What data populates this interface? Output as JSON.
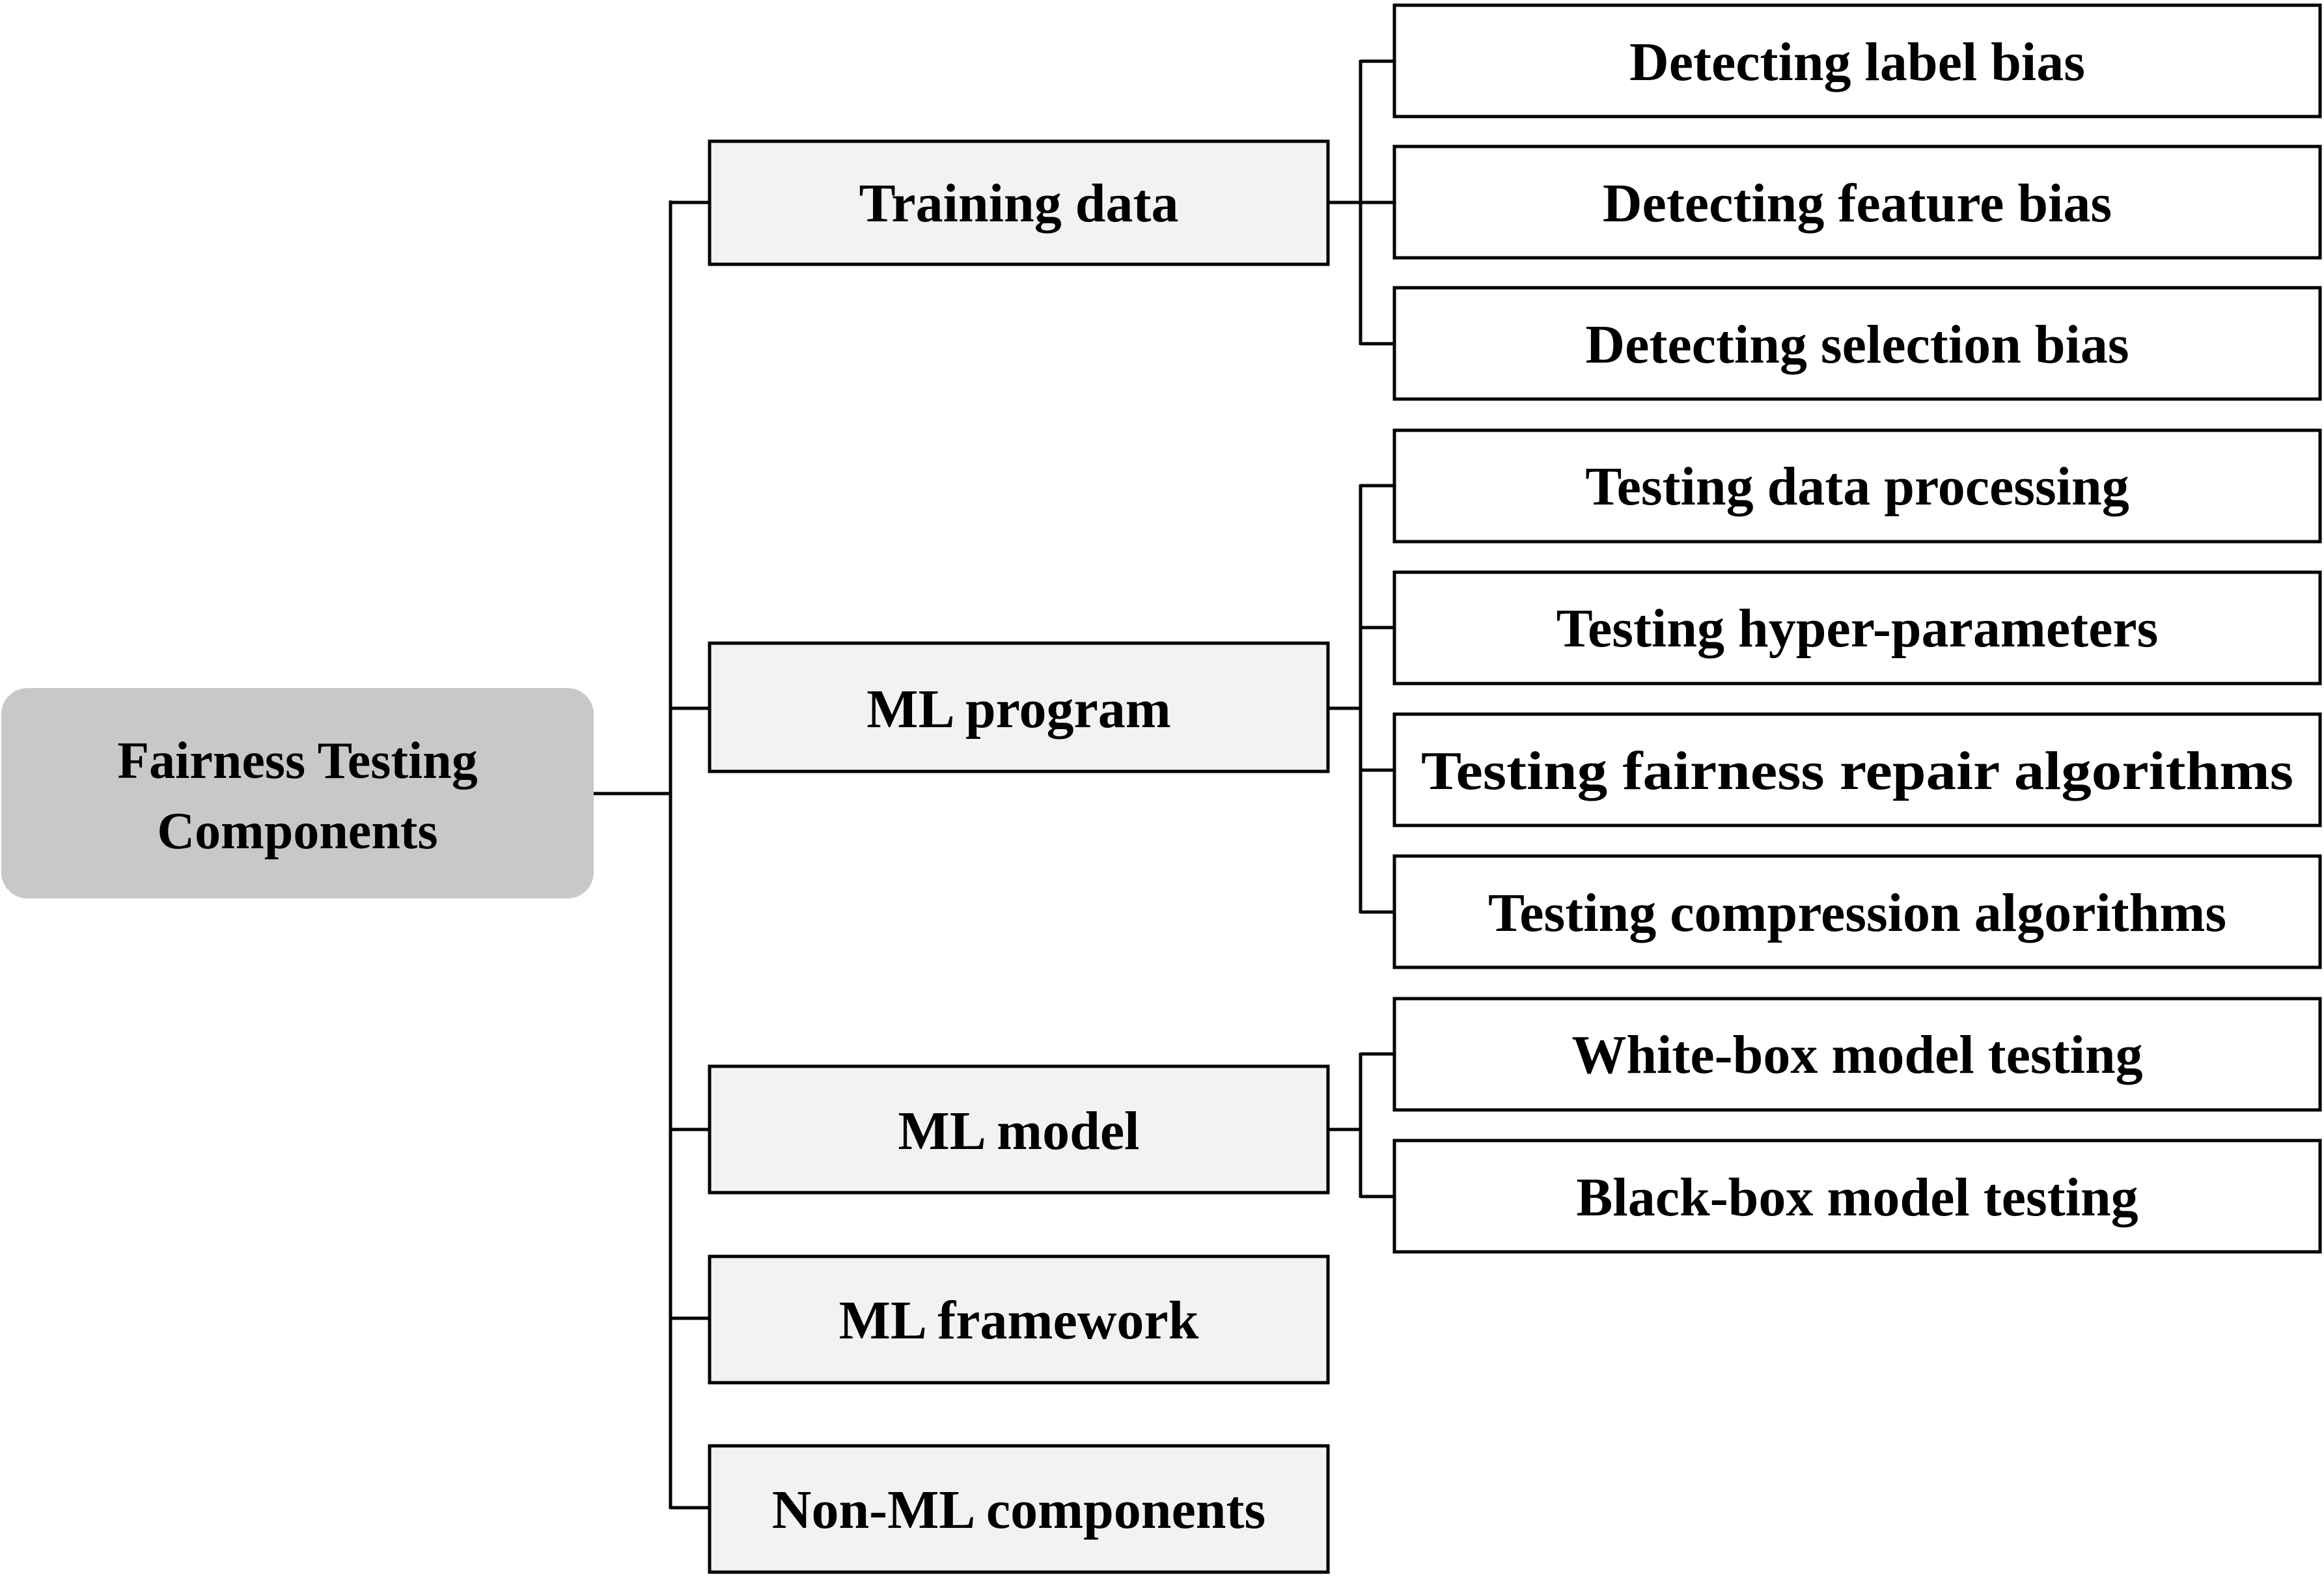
{
  "root": {
    "label_lines": [
      "Fairness Testing",
      "Components"
    ],
    "color": "#c8c8c8"
  },
  "components": [
    {
      "label": "Training data",
      "children": [
        "Detecting label bias",
        "Detecting feature bias",
        "Detecting selection bias"
      ]
    },
    {
      "label": "ML program",
      "children": [
        "Testing data processing",
        "Testing hyper-parameters",
        "Testing fairness repair algorithms",
        "Testing compression algorithms"
      ]
    },
    {
      "label": "ML model",
      "children": [
        "White-box model testing",
        "Black-box model testing"
      ]
    },
    {
      "label": "ML framework",
      "children": []
    },
    {
      "label": "Non-ML components",
      "children": []
    }
  ],
  "colors": {
    "component_fill": "#f2f2f2",
    "leaf_fill": "#ffffff",
    "line": "#000000"
  }
}
